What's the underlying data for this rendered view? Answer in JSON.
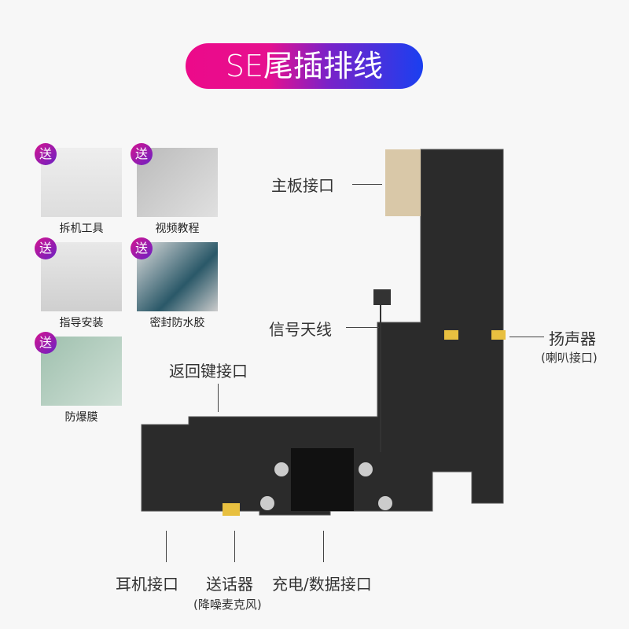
{
  "title": "SE尾插排线",
  "badge": "送",
  "gifts": [
    "拆机工具",
    "视频教程",
    "指导安装",
    "密封防水胶",
    "防爆膜"
  ],
  "labels": {
    "mainboard": "主板接口",
    "antenna": "信号天线",
    "speaker": "扬声器",
    "speaker_sub": "(喇叭接口)",
    "home": "返回键接口",
    "headphone": "耳机接口",
    "mic": "送话器",
    "mic_sub": "(降噪麦克风)",
    "charge": "充电/数据接口"
  }
}
